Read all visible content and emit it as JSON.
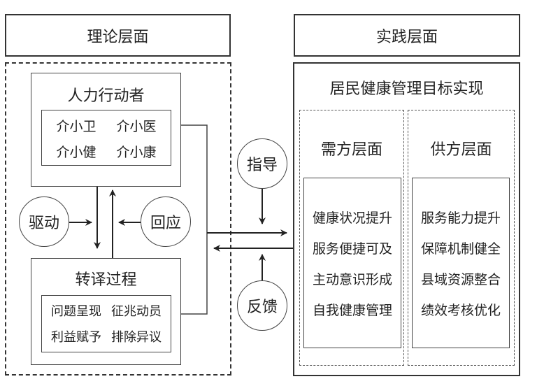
{
  "theory": {
    "header": "理论层面",
    "actors": {
      "title": "人力行动者",
      "items": [
        "介小卫",
        "介小医",
        "介小健",
        "介小康"
      ]
    },
    "translation": {
      "title": "转译过程",
      "items": [
        "问题呈现",
        "征兆动员",
        "利益赋予",
        "排除异议"
      ]
    },
    "drive_label": "驱动",
    "response_label": "回应"
  },
  "practice": {
    "header": "实践层面",
    "goal_title": "居民健康管理目标实现",
    "demand": {
      "title": "需方层面",
      "items": [
        "健康状况提升",
        "服务便捷可及",
        "主动意识形成",
        "自我健康管理"
      ]
    },
    "supply": {
      "title": "供方层面",
      "items": [
        "服务能力提升",
        "保障机制健全",
        "县域资源整合",
        "绩效考核优化"
      ]
    }
  },
  "links": {
    "guide_label": "指导",
    "feedback_label": "反馈"
  }
}
